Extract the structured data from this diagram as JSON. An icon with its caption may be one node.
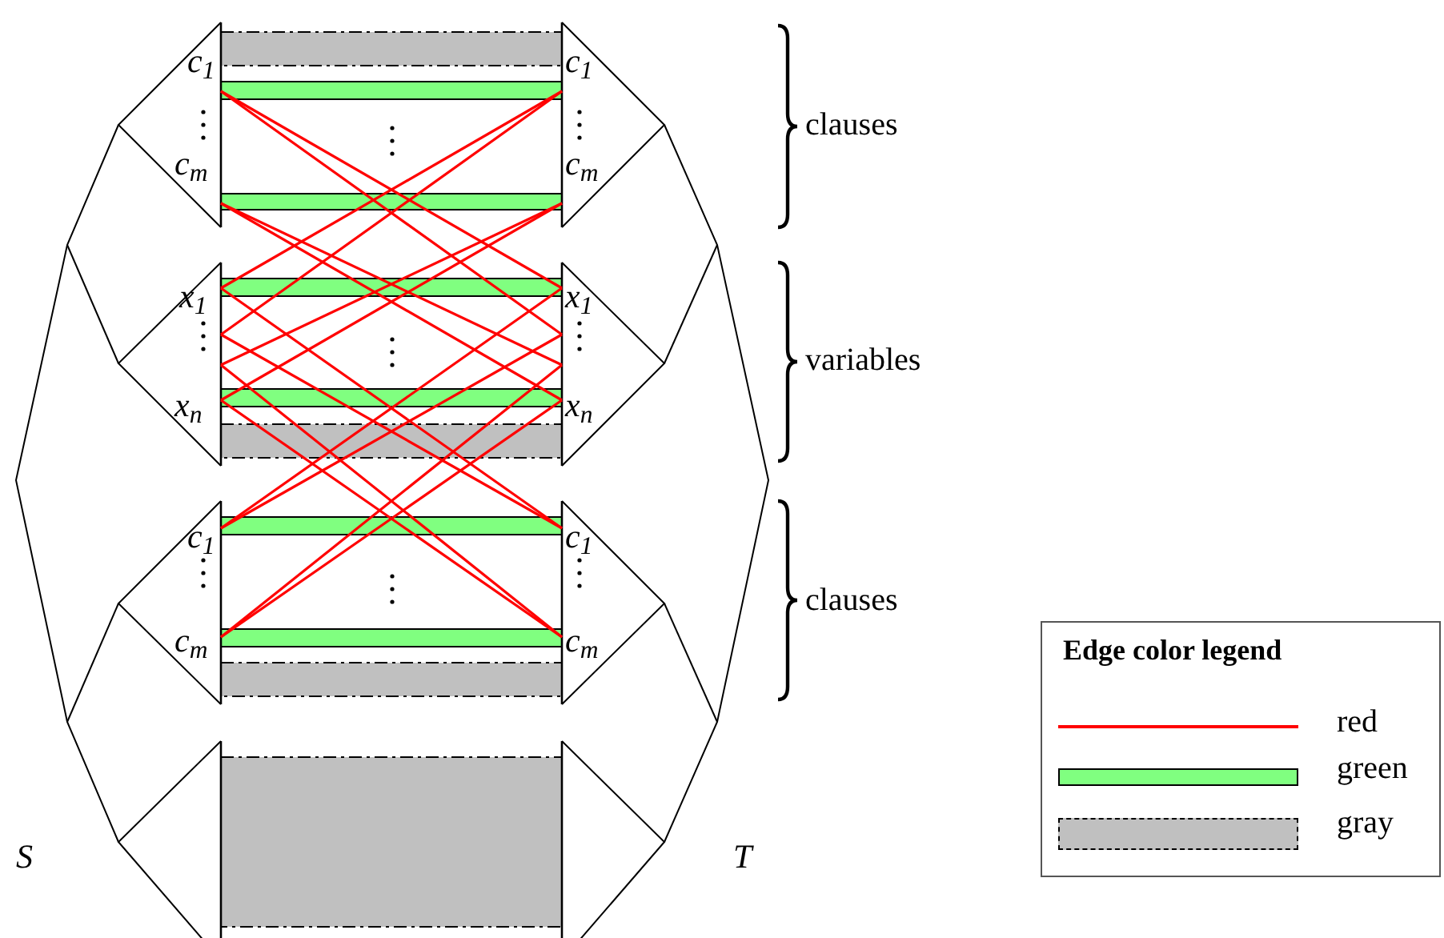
{
  "diagram": {
    "labels": [
      "c$_{1}$",
      "c$_{1}$",
      "c$_{m}$",
      "c$_{m}$",
      "clauses",
      "x$_{1}$",
      "x$_{1}$",
      "x$_{n}$",
      "x$_{n}$",
      "variables",
      "c$_{1}$",
      "c$_{1}$",
      "c$_{m}$",
      "c$_{m}$",
      "clauses",
      "Edge color legend",
      "S",
      "T"
    ],
    "legend": [
      {
        "text": "red"
      },
      {
        "text": "green",
        "color": "#80ff80"
      },
      {
        "text": "gray",
        "color": "#c0c0c0"
      }
    ]
  }
}
